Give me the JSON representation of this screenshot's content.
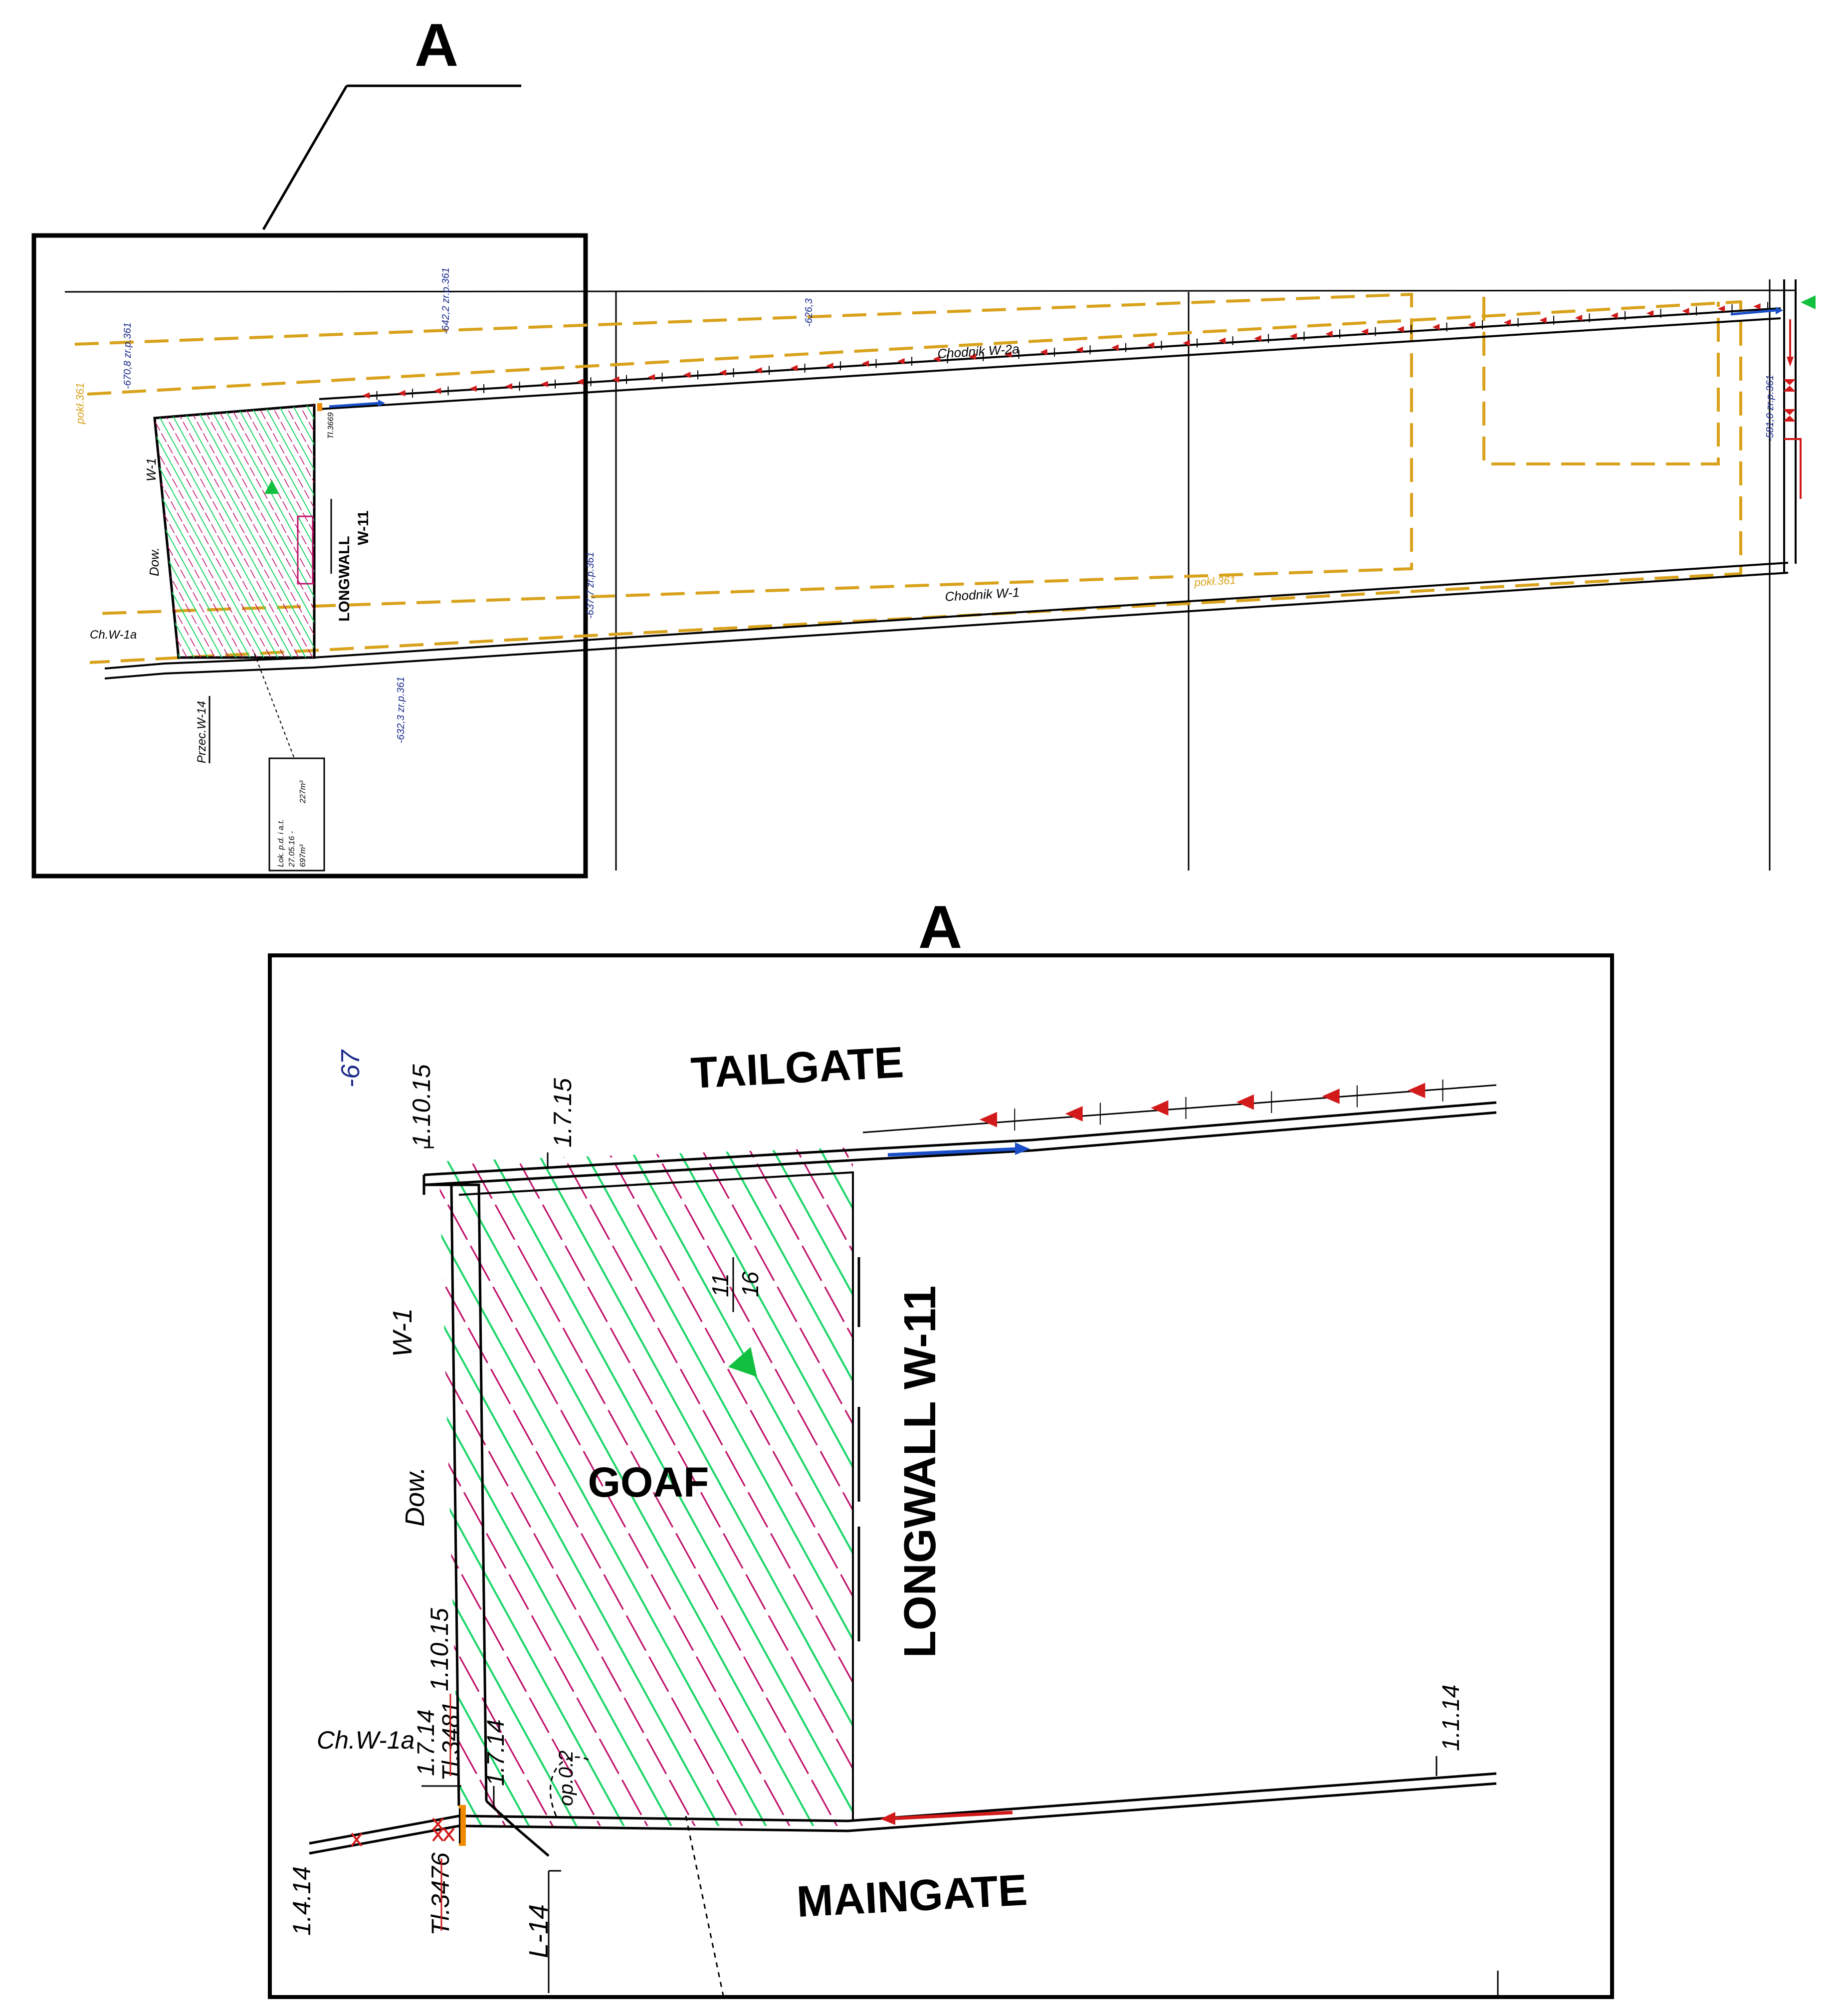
{
  "top": {
    "label_a": "A",
    "longwall_label": "LONGWALL",
    "longwall_id": "W-11",
    "chodnik_w2a": "Chodnik W-2a",
    "chodnik_w1": "Chodnik W-1",
    "dow": "Dow.",
    "w1": "W-1",
    "chw1a": "Ch.W-1a",
    "przec": "Przec.W-14",
    "pokl_361_a": "pokł.361",
    "pokl_361_b": "pokł.361",
    "elev_1": "-670,8 zr.p.361",
    "elev_2": "-642,2 zr.p.361",
    "elev_3": "-626,3",
    "elev_4": "-637,7 zr.p.361",
    "elev_5": "-632,3 zr.p.361",
    "elev_6": "-581,0 zr.p.361",
    "ti_small": "Tl.3669",
    "box_lines": [
      "Lok. p.d. i a.t.",
      "27.05.16 -",
      "697m³",
      "227m³"
    ]
  },
  "detail": {
    "label_a": "A",
    "tailgate": "TAILGATE",
    "maingate": "MAINGATE",
    "goaf": "GOAF",
    "longwall": "LONGWALL W-11",
    "minus67": "-67",
    "d_1_10_15_top": "1.10.15",
    "d_1_7_15": "1.7.15",
    "w1": "W-1",
    "dow": "Dow.",
    "d_1_10_15_mid": "1.10.15",
    "d_1_7_14_left": "1.7.14",
    "ti3481": "Tl.3481",
    "d_1_7_14_right": "1.7.14",
    "chw1a": "Ch.W-1a",
    "op02": "op.0.2",
    "d_1_1_14": "1.1.14",
    "d_1_4_14": "1.4.14",
    "ti3476": "Tl.3476",
    "l14": "L-14",
    "frac_top": "11",
    "frac_bottom": "16"
  },
  "colors": {
    "goaf_green": "#1fd66a",
    "goaf_magenta": "#c0126b",
    "arrow_red": "#d21a1a",
    "arrow_blue": "#1a4fc8",
    "ventilation_green": "#12c040",
    "dashed_yellow": "#d9a21b",
    "orange": "#f08a00"
  }
}
